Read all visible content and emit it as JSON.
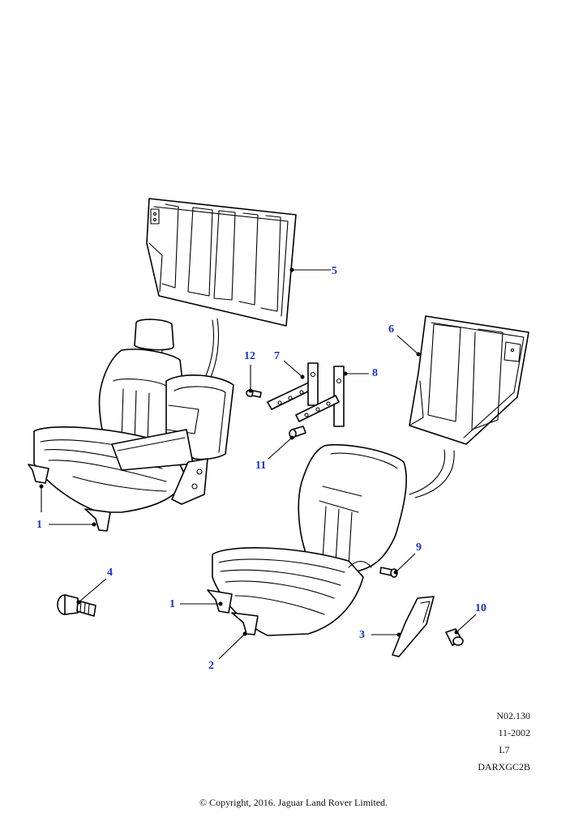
{
  "callouts": {
    "c1a": "1",
    "c1b": "1",
    "c2": "2",
    "c3": "3",
    "c4": "4",
    "c5": "5",
    "c6": "6",
    "c7": "7",
    "c8": "8",
    "c9": "9",
    "c10": "10",
    "c11": "11",
    "c12": "12"
  },
  "reference": {
    "code": "N02.130",
    "date": "11-2002",
    "level": "L7",
    "id": "DARXGC2B"
  },
  "footer": {
    "copyright": "© Copyright, 2016. Jaguar Land Rover Limited."
  },
  "colors": {
    "callout": "#1a33c8",
    "line": "#000000"
  }
}
